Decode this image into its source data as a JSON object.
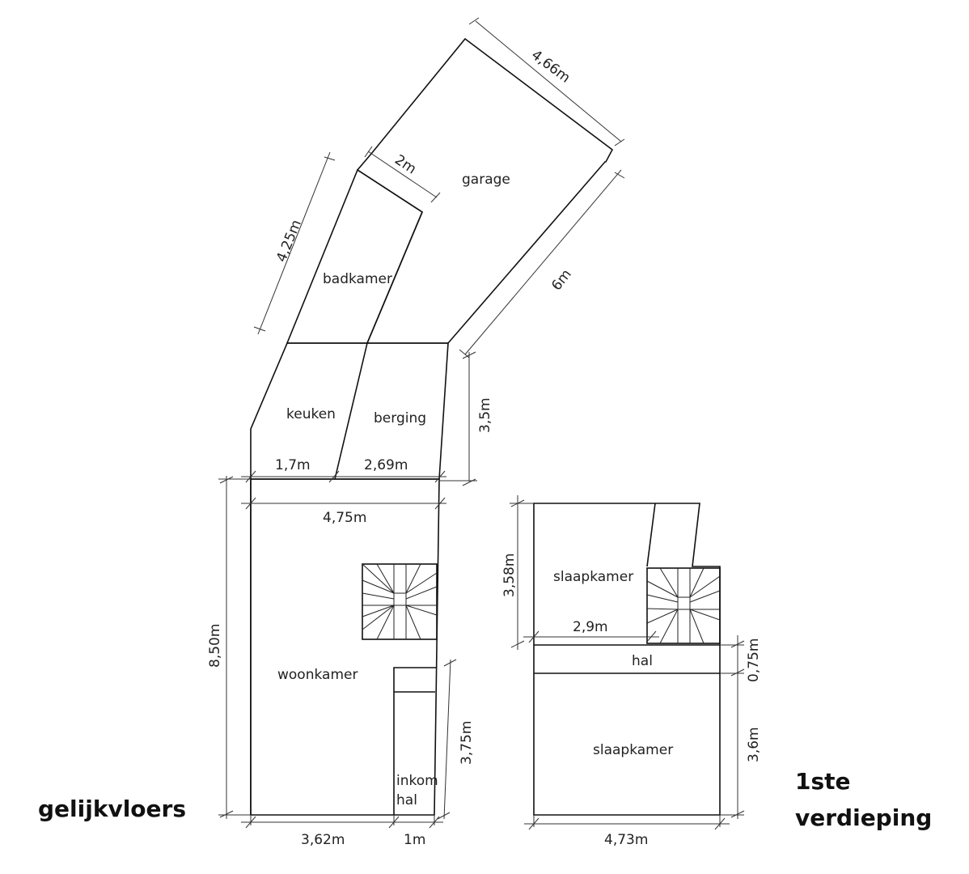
{
  "rooms": {
    "garage": "garage",
    "badkamer": "badkamer",
    "keuken": "keuken",
    "berging": "berging",
    "woonkamer": "woonkamer",
    "inkom_line1": "inkom",
    "inkom_line2": "hal",
    "slaapkamer_top": "slaapkamer",
    "hal": "hal",
    "slaapkamer_bottom": "slaapkamer"
  },
  "dimensions": {
    "garage_top": "4,66m",
    "garage_side": "6m",
    "badkamer_width": "2m",
    "badkamer_side": "4,25m",
    "rear_height": "3,5m",
    "keuken_width": "1,7m",
    "berging_width": "2,69m",
    "ground_width": "4,75m",
    "ground_height": "8,50m",
    "inkom_height": "3,75m",
    "woon_bottom": "3,62m",
    "inkom_bottom": "1m",
    "first_top_height": "3,58m",
    "first_top_width": "2,9m",
    "hal_height": "0,75m",
    "first_bottom_height": "3,6m",
    "first_width": "4,73m"
  },
  "floors": {
    "ground": "gelijkvloers",
    "first_line1": "1ste",
    "first_line2": "verdieping"
  }
}
